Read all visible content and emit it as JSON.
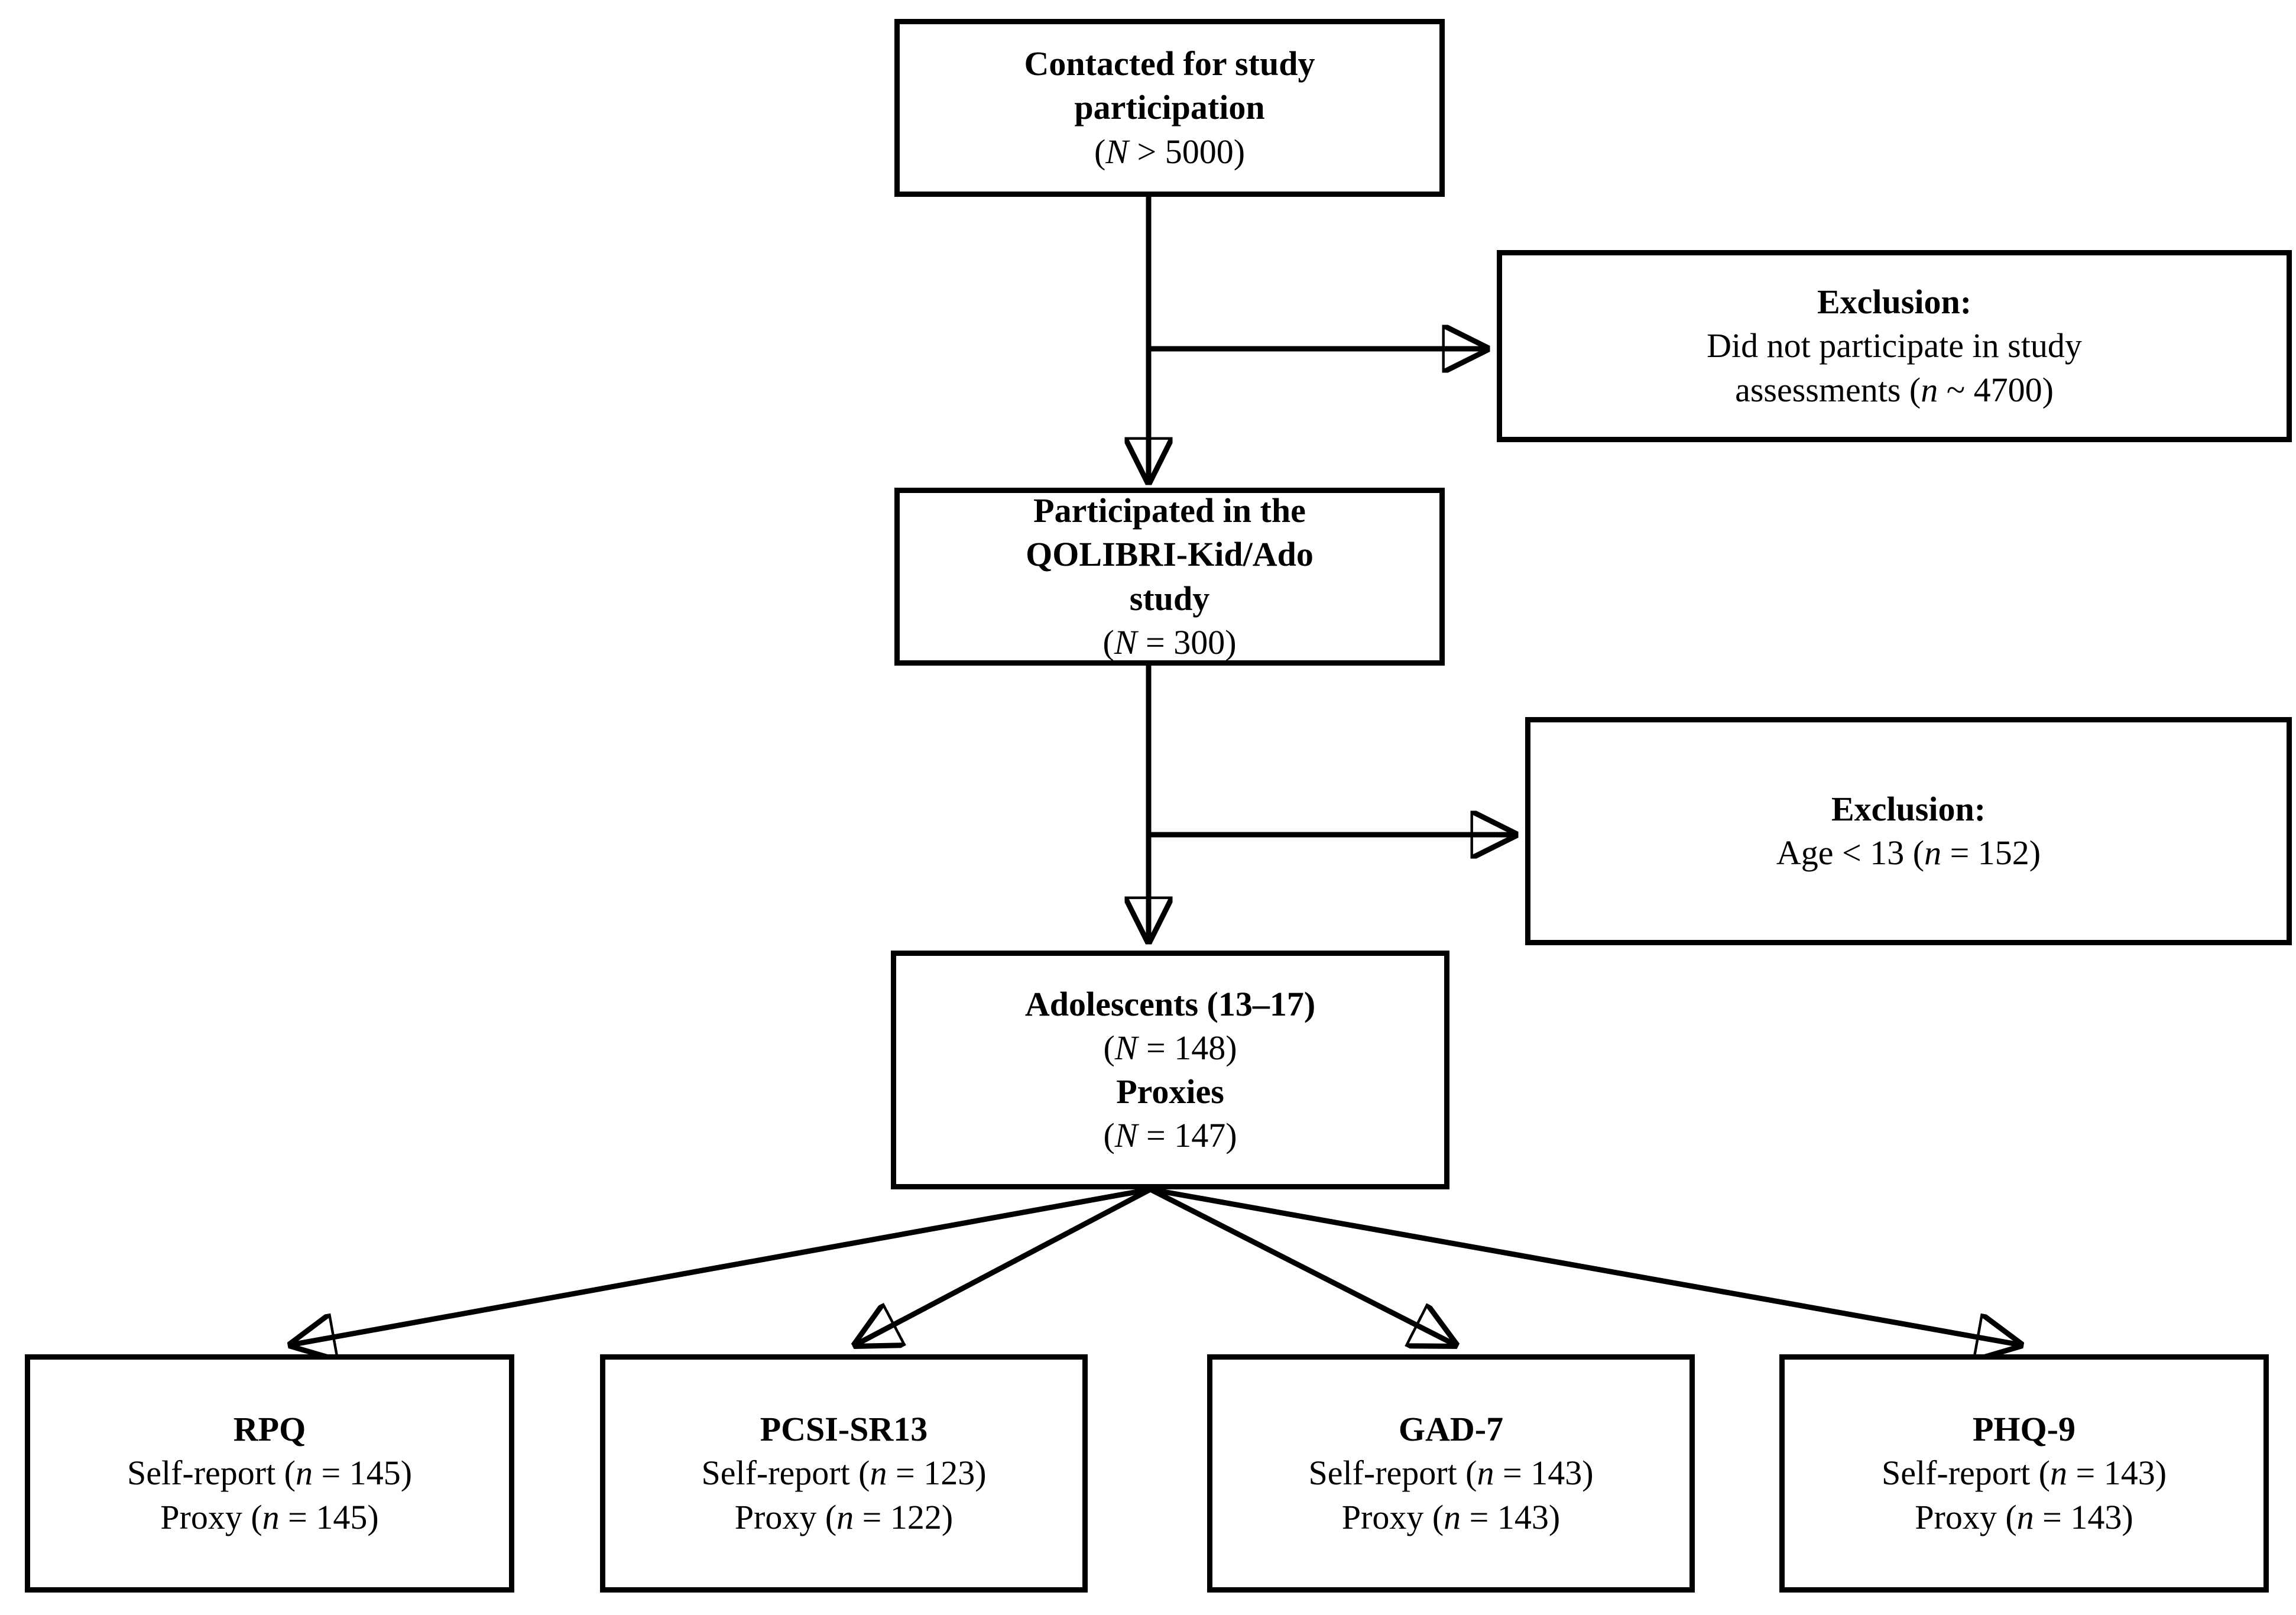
{
  "diagram": {
    "type": "flowchart",
    "title_present": false,
    "colors": {
      "stroke": "#000000",
      "fill": "#ffffff",
      "text": "#000000"
    },
    "nodes": [
      {
        "id": "contacted",
        "role": "process",
        "lines": [
          {
            "text": "Contacted for study",
            "style": "bold"
          },
          {
            "text": "participation",
            "style": "bold"
          },
          {
            "text": "(N > 5000)",
            "style": "italic-var",
            "var": "N",
            "op": ">",
            "value": "5000"
          }
        ]
      },
      {
        "id": "exclusion-1",
        "role": "exclusion",
        "lines": [
          {
            "text": "Exclusion:",
            "style": "bold"
          },
          {
            "text": "Did not participate in study",
            "style": "regular"
          },
          {
            "text": "assessments (n ~ 4700)",
            "style": "italic-var",
            "var": "n",
            "op": "~",
            "value": "4700"
          }
        ]
      },
      {
        "id": "participated",
        "role": "process",
        "lines": [
          {
            "text": "Participated in the",
            "style": "bold"
          },
          {
            "text": "QOLIBRI-Kid/Ado",
            "style": "bold"
          },
          {
            "text": "study",
            "style": "bold"
          },
          {
            "text": "(N = 300)",
            "style": "italic-var",
            "var": "N",
            "op": "=",
            "value": "300"
          }
        ]
      },
      {
        "id": "exclusion-2",
        "role": "exclusion",
        "lines": [
          {
            "text": "Exclusion:",
            "style": "bold"
          },
          {
            "text": "Age < 13 (n = 152)",
            "style": "italic-var",
            "var": "n",
            "op": "=",
            "value": "152"
          }
        ]
      },
      {
        "id": "adolescents",
        "role": "process",
        "lines": [
          {
            "text": "Adolescents (13–17)",
            "style": "bold"
          },
          {
            "text": "(N = 148)",
            "style": "italic-var",
            "var": "N",
            "op": "=",
            "value": "148"
          },
          {
            "text": "Proxies",
            "style": "bold"
          },
          {
            "text": "(N = 147)",
            "style": "italic-var",
            "var": "N",
            "op": "=",
            "value": "147"
          }
        ]
      },
      {
        "id": "rpq",
        "role": "measure",
        "lines": [
          {
            "text": "RPQ",
            "style": "bold"
          },
          {
            "text": "Self-report (n = 145)",
            "style": "italic-var",
            "var": "n",
            "op": "=",
            "value": "145"
          },
          {
            "text": "Proxy (n = 145)",
            "style": "italic-var",
            "var": "n",
            "op": "=",
            "value": "145"
          }
        ]
      },
      {
        "id": "pcsi-sr13",
        "role": "measure",
        "lines": [
          {
            "text": "PCSI-SR13",
            "style": "bold"
          },
          {
            "text": "Self-report (n = 123)",
            "style": "italic-var",
            "var": "n",
            "op": "=",
            "value": "123"
          },
          {
            "text": "Proxy (n = 122)",
            "style": "italic-var",
            "var": "n",
            "op": "=",
            "value": "122"
          }
        ]
      },
      {
        "id": "gad-7",
        "role": "measure",
        "lines": [
          {
            "text": "GAD-7",
            "style": "bold"
          },
          {
            "text": "Self-report (n = 143)",
            "style": "italic-var",
            "var": "n",
            "op": "=",
            "value": "143"
          },
          {
            "text": "Proxy (n = 143)",
            "style": "italic-var",
            "var": "n",
            "op": "=",
            "value": "143"
          }
        ]
      },
      {
        "id": "phq-9",
        "role": "measure",
        "lines": [
          {
            "text": "PHQ-9",
            "style": "bold"
          },
          {
            "text": "Self-report (n = 143)",
            "style": "italic-var",
            "var": "n",
            "op": "=",
            "value": "143"
          },
          {
            "text": "Proxy (n = 143)",
            "style": "italic-var",
            "var": "n",
            "op": "=",
            "value": "143"
          }
        ]
      }
    ],
    "edges": [
      {
        "from": "contacted",
        "to": "participated",
        "arrow": true
      },
      {
        "from": "contacted",
        "to": "exclusion-1",
        "arrow": true
      },
      {
        "from": "participated",
        "to": "adolescents",
        "arrow": true
      },
      {
        "from": "participated",
        "to": "exclusion-2",
        "arrow": true
      },
      {
        "from": "adolescents",
        "to": "rpq",
        "arrow": true
      },
      {
        "from": "adolescents",
        "to": "pcsi-sr13",
        "arrow": true
      },
      {
        "from": "adolescents",
        "to": "gad-7",
        "arrow": true
      },
      {
        "from": "adolescents",
        "to": "phq-9",
        "arrow": true
      }
    ]
  },
  "nodes": {
    "contacted": {
      "l1": "Contacted for study",
      "l2": "participation",
      "n_open": "(",
      "n_var": "N",
      "n_rest": " > 5000)"
    },
    "exclusion1": {
      "l1": "Exclusion:",
      "l2": "Did not participate in study",
      "l3_pre": "assessments (",
      "l3_var": "n",
      "l3_rest": " ~ 4700)"
    },
    "participated": {
      "l1": "Participated in the",
      "l2": "QOLIBRI-Kid/Ado",
      "l3": "study",
      "n_open": "(",
      "n_var": "N",
      "n_rest": " = 300)"
    },
    "exclusion2": {
      "l1": "Exclusion:",
      "l2_pre": "Age < 13 (",
      "l2_var": "n",
      "l2_rest": " = 152)"
    },
    "adolescents": {
      "l1": "Adolescents (13–17)",
      "n1_open": "(",
      "n1_var": "N",
      "n1_rest": " = 148)",
      "l3": "Proxies",
      "n2_open": "(",
      "n2_var": "N",
      "n2_rest": " = 147)"
    },
    "rpq": {
      "title": "RPQ",
      "self_pre": "Self-report (",
      "self_var": "n",
      "self_rest": " = 145)",
      "proxy_pre": "Proxy (",
      "proxy_var": "n",
      "proxy_rest": " = 145)"
    },
    "pcsi": {
      "title": "PCSI-SR13",
      "self_pre": "Self-report (",
      "self_var": "n",
      "self_rest": " = 123)",
      "proxy_pre": "Proxy (",
      "proxy_var": "n",
      "proxy_rest": " = 122)"
    },
    "gad": {
      "title": "GAD-7",
      "self_pre": "Self-report (",
      "self_var": "n",
      "self_rest": " = 143)",
      "proxy_pre": "Proxy (",
      "proxy_var": "n",
      "proxy_rest": " = 143)"
    },
    "phq": {
      "title": "PHQ-9",
      "self_pre": "Self-report (",
      "self_var": "n",
      "self_rest": " = 143)",
      "proxy_pre": "Proxy (",
      "proxy_var": "n",
      "proxy_rest": " = 143)"
    }
  }
}
